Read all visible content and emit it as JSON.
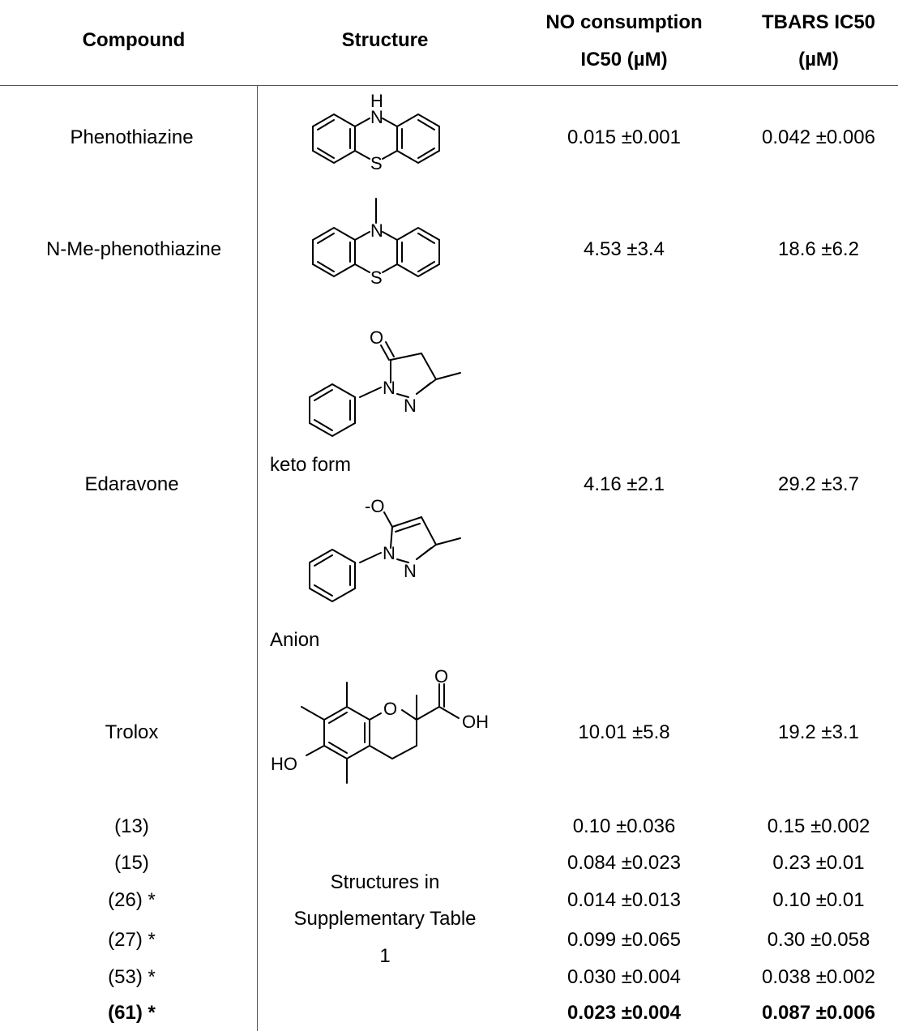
{
  "header": {
    "compound": "Compound",
    "structure": "Structure",
    "no_line1": "NO consumption",
    "no_line2": "IC50 (µM)",
    "tbars_line1": "TBARS IC50",
    "tbars_line2": "(µM)"
  },
  "rows": [
    {
      "compound": "Phenothiazine",
      "no": "0.015 ±0.001",
      "tbars": "0.042 ±0.006"
    },
    {
      "compound": "N-Me-phenothiazine",
      "no": "4.53 ±3.4",
      "tbars": "18.6 ±6.2"
    },
    {
      "compound": "Edaravone",
      "no": "4.16 ±2.1",
      "tbars": "29.2 ±3.7"
    },
    {
      "compound": "Trolox",
      "no": "10.01 ±5.8",
      "tbars": "19.2 ±3.1"
    },
    {
      "compound": "(13)",
      "no": "0.10 ±0.036",
      "tbars": "0.15 ±0.002"
    },
    {
      "compound": "(15)",
      "no": "0.084 ±0.023",
      "tbars": "0.23 ±0.01"
    },
    {
      "compound": "(26) *",
      "no": "0.014 ±0.013",
      "tbars": "0.10 ±0.01"
    },
    {
      "compound": "(27) *",
      "no": "0.099 ±0.065",
      "tbars": "0.30 ±0.058"
    },
    {
      "compound": "(53) *",
      "no": "0.030 ±0.004",
      "tbars": "0.038 ±0.002"
    },
    {
      "compound": "(61) *",
      "no": "0.023 ±0.004",
      "tbars": "0.087 ±0.006"
    }
  ],
  "structure_labels": {
    "keto": "keto form",
    "anion": "Anion",
    "supp_line1": "Structures in",
    "supp_line2": "Supplementary Table",
    "supp_line3": "1"
  },
  "atoms": {
    "H": "H",
    "N": "N",
    "S": "S",
    "O": "O",
    "O_minus": "-O",
    "OH": "OH",
    "HO": "HO"
  }
}
